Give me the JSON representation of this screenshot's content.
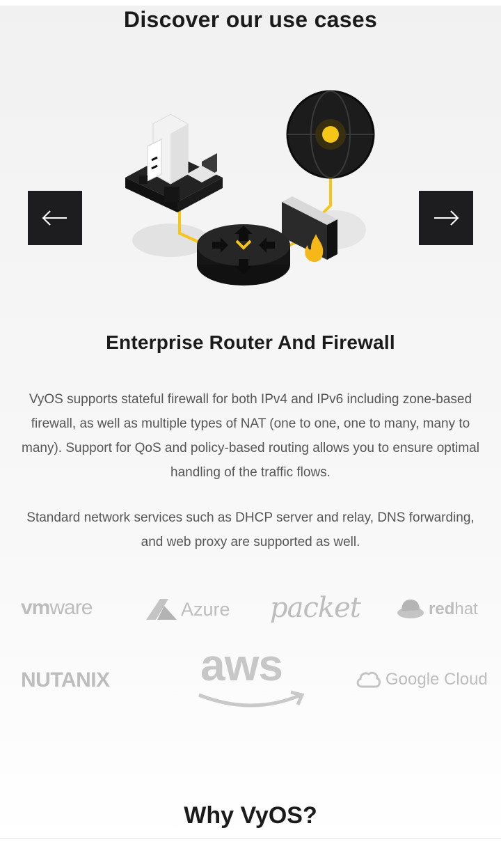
{
  "section": {
    "title": "Discover our use cases"
  },
  "carousel": {
    "prev_icon": "arrow-left-icon",
    "next_icon": "arrow-right-icon",
    "slide": {
      "title": "Enterprise Router And Firewall",
      "paragraphs": [
        "VyOS supports stateful firewall for both IPv4 and IPv6 including zone-based firewall, as well as multiple types of NAT (one to one, one to many, many to many). Support for QoS and policy-based routing allows you to ensure optimal handling of the traffic flows.",
        "Standard network services such as DHCP server and relay, DNS forwarding, and web proxy are supported as well."
      ]
    }
  },
  "partners": {
    "vmware_vm": "vm",
    "vmware_ware": "ware",
    "azure": "Azure",
    "packet": "packet",
    "redhat_red": "red",
    "redhat_hat": "hat",
    "nutanix": "NUTANIX",
    "aws": "aws",
    "google_cloud": "Google Cloud"
  },
  "why": {
    "title": "Why VyOS?"
  },
  "colors": {
    "dark": "#1d1d1f",
    "accent_yellow": "#f5c518",
    "logo_gray": "#bdbdbd"
  }
}
